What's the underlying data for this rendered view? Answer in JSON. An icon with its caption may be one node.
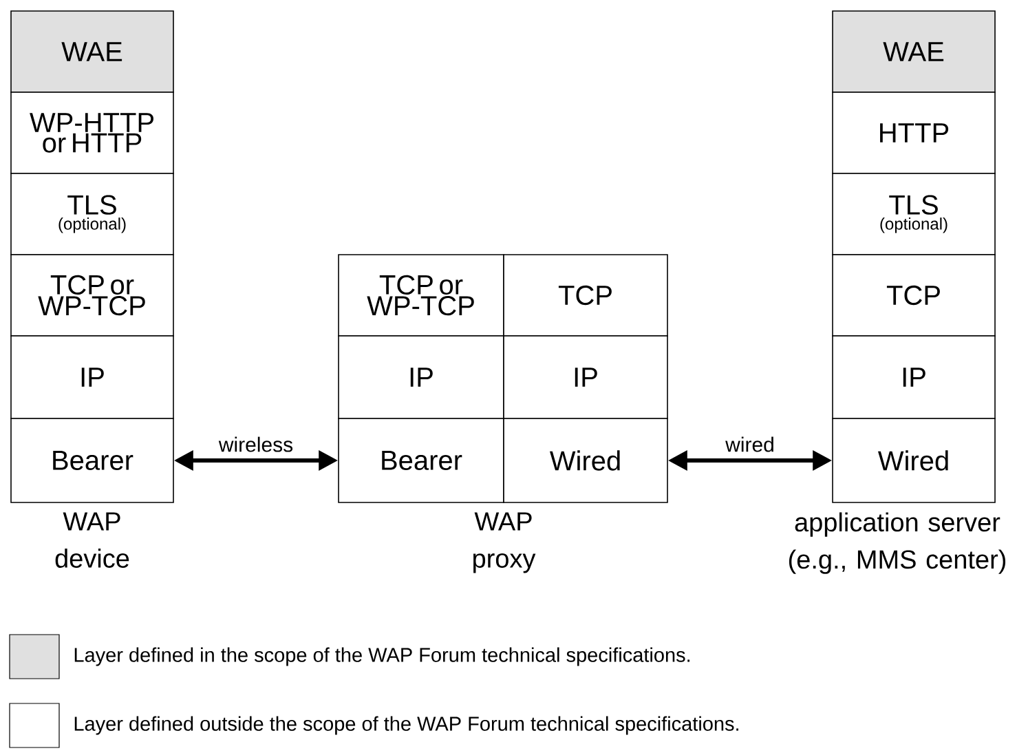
{
  "diagram": {
    "nodes": [
      {
        "text": [
          "WAE"
        ]
      },
      {
        "text": [
          "WP-HTTP or HTTP"
        ]
      },
      {
        "text": [
          "TLS",
          "(optional)"
        ]
      },
      {
        "text": [
          "TCP or WP-TCP"
        ]
      },
      {
        "text": [
          "IP"
        ]
      },
      {
        "text": [
          "Bearer"
        ]
      },
      {
        "text": [
          "TCP or WP-TCP"
        ]
      },
      {
        "text": [
          "TCP"
        ]
      },
      {
        "text": [
          "IP"
        ]
      },
      {
        "text": [
          "IP"
        ]
      },
      {
        "text": [
          "Bearer"
        ]
      },
      {
        "text": [
          "Wired"
        ]
      },
      {
        "text": [
          "WAE"
        ]
      },
      {
        "text": [
          "HTTP"
        ]
      },
      {
        "text": [
          "TLS",
          "(optional)"
        ]
      },
      {
        "text": [
          "TCP"
        ]
      },
      {
        "text": [
          "IP"
        ]
      },
      {
        "text": [
          "Wired"
        ]
      }
    ],
    "edges": [
      {
        "from": 5,
        "to": 10,
        "arrow": "both",
        "label": "wireless"
      },
      {
        "from": 11,
        "to": 17,
        "arrow": "both",
        "label": "wired"
      }
    ],
    "labels": [
      "WAP device",
      "WAP proxy",
      "application server (e.g., MMS center)"
    ],
    "legend": [
      {
        "text": "Layer defined in the scope of the WAP Forum technical specifications.",
        "color": "#e0e0e0"
      },
      {
        "text": "Layer defined outside the scope of the WAP Forum technical specifications."
      }
    ]
  }
}
